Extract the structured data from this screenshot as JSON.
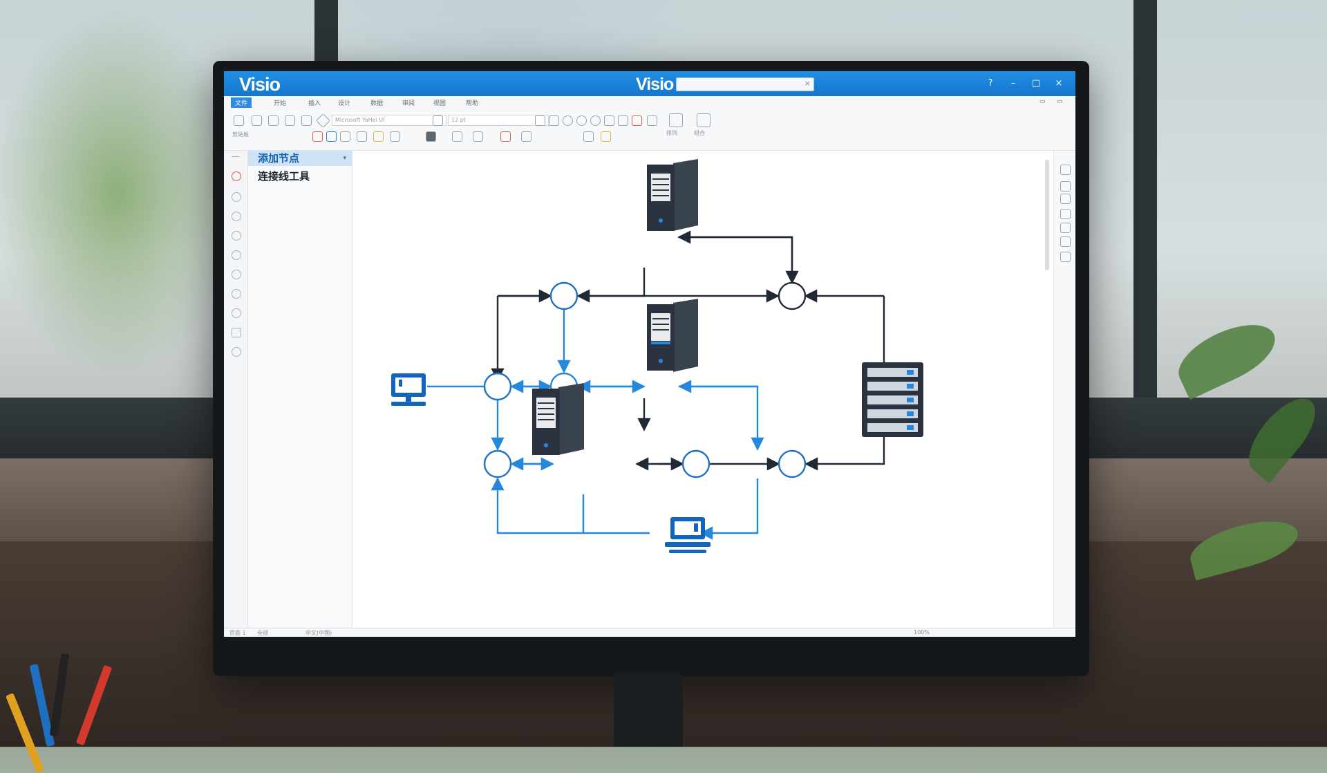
{
  "app": {
    "logo_text": "Visio",
    "window_title": "Visio",
    "search_placeholder": "",
    "search_clear": "×",
    "window_controls": {
      "help": "?",
      "minimize": "–",
      "restore": "□",
      "close": "×"
    }
  },
  "menu": [
    "文件",
    "开始",
    "插入",
    "设计",
    "数据",
    "审阅",
    "视图",
    "帮助"
  ],
  "toolbar": {
    "font_combo": "Microsoft YaHei UI",
    "size_combo": "12 pt",
    "left_label": "剪贴板",
    "right_labels": [
      "排列",
      "组合"
    ]
  },
  "panel": {
    "items": [
      {
        "label": "添加节点",
        "selected": true
      },
      {
        "label": "连接线工具",
        "selected": false
      }
    ]
  },
  "status": {
    "left": [
      "页面 1",
      "全部",
      "中文(中国)"
    ],
    "right": "100%"
  },
  "diagram": {
    "node_kinds": [
      "server-icon",
      "rack-server-icon",
      "desktop-computer-icon",
      "laptop-computer-icon",
      "junction-node"
    ],
    "colors": {
      "dark": "#1f2a36",
      "blue": "#2688dd",
      "server_body": "#2b3340"
    }
  }
}
